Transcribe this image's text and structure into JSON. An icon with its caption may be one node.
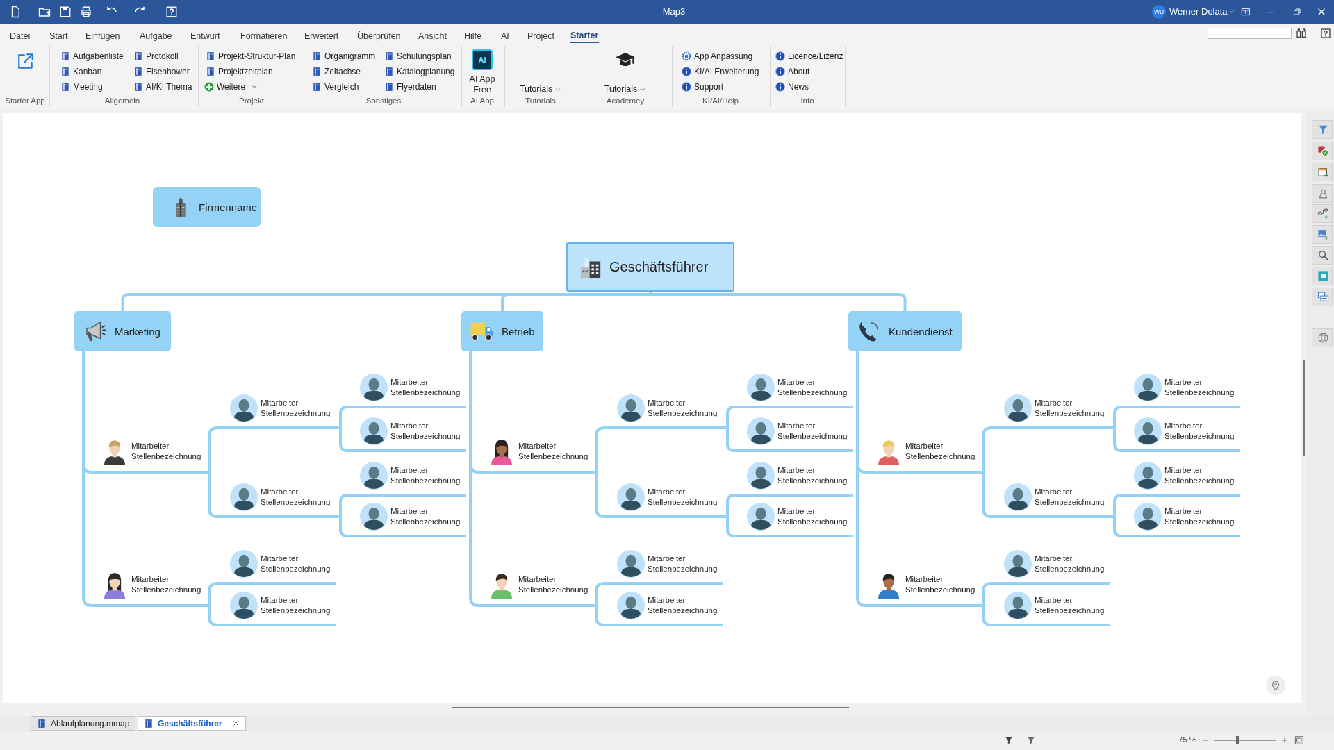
{
  "diagram": {
    "nodes": [
      {
        "text": [
          "Firmenname"
        ]
      },
      {
        "text": [
          "Geschäftsführer"
        ]
      },
      {
        "text": [
          "Marketing"
        ]
      },
      {
        "text": [
          "Betrieb"
        ]
      },
      {
        "text": [
          "Kundendienst"
        ]
      },
      {
        "text": [
          "Mitarbeiter",
          "Stellenbezeichnung"
        ]
      },
      {
        "text": [
          "Mitarbeiter",
          "Stellenbezeichnung"
        ]
      },
      {
        "text": [
          "Mitarbeiter",
          "Stellenbezeichnung"
        ]
      },
      {
        "text": [
          "Mitarbeiter",
          "Stellenbezeichnung"
        ]
      },
      {
        "text": [
          "Mitarbeiter",
          "Stellenbezeichnung"
        ]
      },
      {
        "text": [
          "Mitarbeiter",
          "Stellenbezeichnung"
        ]
      },
      {
        "text": [
          "Mitarbeiter",
          "Stellenbezeichnung"
        ]
      },
      {
        "text": [
          "Mitarbeiter",
          "Stellenbezeichnung"
        ]
      },
      {
        "text": [
          "Mitarbeiter",
          "Stellenbezeichnung"
        ]
      },
      {
        "text": [
          "Mitarbeiter",
          "Stellenbezeichnung"
        ]
      },
      {
        "text": [
          "Mitarbeiter",
          "Stellenbezeichnung"
        ]
      },
      {
        "text": [
          "Mitarbeiter",
          "Stellenbezeichnung"
        ]
      },
      {
        "text": [
          "Mitarbeiter",
          "Stellenbezeichnung"
        ]
      },
      {
        "text": [
          "Mitarbeiter",
          "Stellenbezeichnung"
        ]
      },
      {
        "text": [
          "Mitarbeiter",
          "Stellenbezeichnung"
        ]
      },
      {
        "text": [
          "Mitarbeiter",
          "Stellenbezeichnung"
        ]
      },
      {
        "text": [
          "Mitarbeiter",
          "Stellenbezeichnung"
        ]
      },
      {
        "text": [
          "Mitarbeiter",
          "Stellenbezeichnung"
        ]
      },
      {
        "text": [
          "Mitarbeiter",
          "Stellenbezeichnung"
        ]
      },
      {
        "text": [
          "Mitarbeiter",
          "Stellenbezeichnung"
        ]
      },
      {
        "text": [
          "Mitarbeiter",
          "Stellenbezeichnung"
        ]
      },
      {
        "text": [
          "Mitarbeiter",
          "Stellenbezeichnung"
        ]
      },
      {
        "text": [
          "Mitarbeiter",
          "Stellenbezeichnung"
        ]
      },
      {
        "text": [
          "Mitarbeiter",
          "Stellenbezeichnung"
        ]
      },
      {
        "text": [
          "Mitarbeiter",
          "Stellenbezeichnung"
        ]
      },
      {
        "text": [
          "Mitarbeiter",
          "Stellenbezeichnung"
        ]
      },
      {
        "text": [
          "Mitarbeiter",
          "Stellenbezeichnung"
        ]
      },
      {
        "text": [
          "Mitarbeiter",
          "Stellenbezeichnung"
        ]
      },
      {
        "text": [
          "Mitarbeiter",
          "Stellenbezeichnung"
        ]
      },
      {
        "text": [
          "Mitarbeiter",
          "Stellenbezeichnung"
        ]
      }
    ],
    "edges": [
      {
        "from": 1,
        "to": 2,
        "arrow": "none"
      },
      {
        "from": 1,
        "to": 3,
        "arrow": "none"
      },
      {
        "from": 1,
        "to": 4,
        "arrow": "none"
      },
      {
        "from": 2,
        "to": 5,
        "arrow": "none"
      },
      {
        "from": 5,
        "to": 6,
        "arrow": "none"
      },
      {
        "from": 6,
        "to": 7,
        "arrow": "none"
      },
      {
        "from": 6,
        "to": 8,
        "arrow": "none"
      },
      {
        "from": 5,
        "to": 9,
        "arrow": "none"
      },
      {
        "from": 9,
        "to": 10,
        "arrow": "none"
      },
      {
        "from": 9,
        "to": 11,
        "arrow": "none"
      },
      {
        "from": 2,
        "to": 12,
        "arrow": "none"
      },
      {
        "from": 12,
        "to": 13,
        "arrow": "none"
      },
      {
        "from": 12,
        "to": 14,
        "arrow": "none"
      },
      {
        "from": 3,
        "to": 15,
        "arrow": "none"
      },
      {
        "from": 15,
        "to": 16,
        "arrow": "none"
      },
      {
        "from": 16,
        "to": 17,
        "arrow": "none"
      },
      {
        "from": 16,
        "to": 18,
        "arrow": "none"
      },
      {
        "from": 15,
        "to": 19,
        "arrow": "none"
      },
      {
        "from": 19,
        "to": 20,
        "arrow": "none"
      },
      {
        "from": 19,
        "to": 21,
        "arrow": "none"
      },
      {
        "from": 3,
        "to": 22,
        "arrow": "none"
      },
      {
        "from": 22,
        "to": 23,
        "arrow": "none"
      },
      {
        "from": 22,
        "to": 24,
        "arrow": "none"
      },
      {
        "from": 4,
        "to": 25,
        "arrow": "none"
      },
      {
        "from": 25,
        "to": 26,
        "arrow": "none"
      },
      {
        "from": 26,
        "to": 27,
        "arrow": "none"
      },
      {
        "from": 26,
        "to": 28,
        "arrow": "none"
      },
      {
        "from": 25,
        "to": 29,
        "arrow": "none"
      },
      {
        "from": 29,
        "to": 30,
        "arrow": "none"
      },
      {
        "from": 29,
        "to": 31,
        "arrow": "none"
      },
      {
        "from": 4,
        "to": 32,
        "arrow": "none"
      },
      {
        "from": 32,
        "to": 33,
        "arrow": "none"
      },
      {
        "from": 32,
        "to": 34,
        "arrow": "none"
      }
    ],
    "labels": [
      "Map3",
      "WD",
      "Werner Dolata",
      "Datei",
      "Start",
      "Einfügen",
      "Aufgabe",
      "Entwurf",
      "Formatieren",
      "Erweitert",
      "Überprüfen",
      "Ansicht",
      "Hilfe",
      "AI",
      "Project",
      "Starter",
      "Aufgabenliste",
      "Kanban",
      "Meeting",
      "Protokoll",
      "Eisenhower",
      "AI/KI Thema",
      "Projekt-Struktur-Plan",
      "Projektzeitplan",
      "Weitere",
      "Organigramm",
      "Zeitachse",
      "Vergleich",
      "Schulungsplan",
      "Katalogplanung",
      "Flyerdaten",
      "AI",
      "AI App Free",
      "Tutorials",
      "Tutorials",
      "App Anpassung",
      "KI/AI Erweiterung",
      "Support",
      "Licence/Lizenz",
      "About",
      "News",
      "Starter App",
      "Allgemein",
      "Projekt",
      "Sonstiges",
      "AI App",
      "Tutorials",
      "Academey",
      "KI/AI/Help",
      "Info",
      "Ablaufplanung.mmap",
      "Geschäftsführer",
      "75 %"
    ]
  }
}
